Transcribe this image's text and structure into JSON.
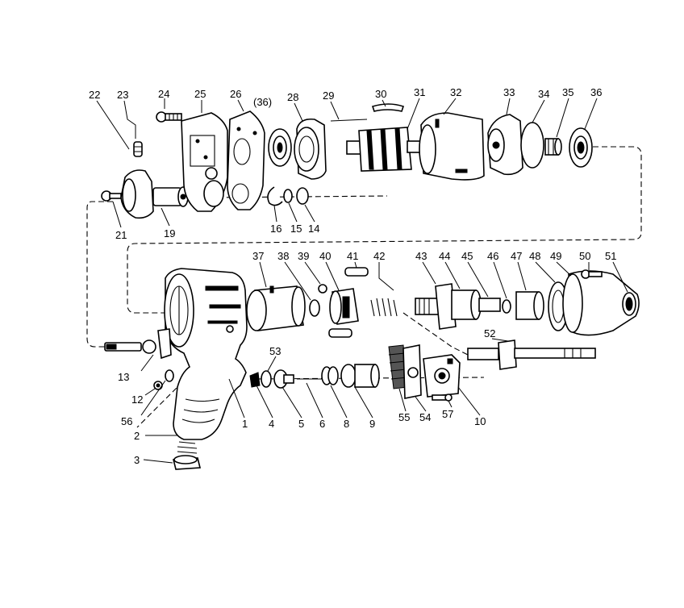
{
  "labels": {
    "p1": "1",
    "p2": "2",
    "p3": "3",
    "p4": "4",
    "p5": "5",
    "p6": "6",
    "p8": "8",
    "p9": "9",
    "p10": "10",
    "p12": "12",
    "p13": "13",
    "p14": "14",
    "p15": "15",
    "p16": "16",
    "p19": "19",
    "p21": "21",
    "p22": "22",
    "p23": "23",
    "p24": "24",
    "p25": "25",
    "p26": "26",
    "p36ref": "(36)",
    "p28": "28",
    "p29": "29",
    "p30": "30",
    "p31": "31",
    "p32": "32",
    "p33": "33",
    "p34": "34",
    "p35": "35",
    "p36": "36",
    "p37": "37",
    "p38": "38",
    "p39": "39",
    "p40": "40",
    "p41": "41",
    "p42": "42",
    "p43": "43",
    "p44": "44",
    "p45": "45",
    "p46": "46",
    "p47": "47",
    "p48": "48",
    "p49": "49",
    "p50": "50",
    "p51": "51",
    "p52": "52",
    "p53": "53",
    "p54": "54",
    "p55": "55",
    "p56": "56",
    "p57": "57"
  }
}
